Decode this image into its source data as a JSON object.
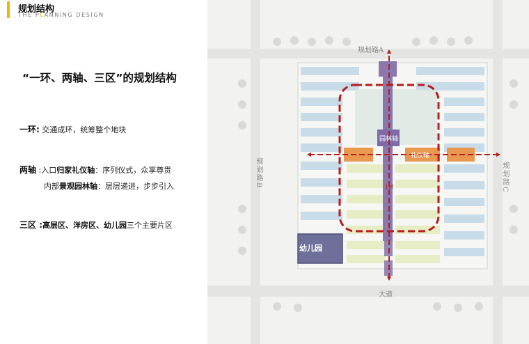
{
  "header": {
    "title": "规划结构",
    "subtitle_pre": "THE P",
    "subtitle_accent": "L",
    "subtitle_post": "ANNING DESIGN"
  },
  "heading": "“一环、两轴、三区”的规划结构",
  "ring": {
    "key": "一环:",
    "text": " 交通成环，统筹整个地块"
  },
  "axes": {
    "key": "两轴",
    "line1_a": " :入口",
    "line1_b": "归家礼仪轴",
    "line1_c": "：序列仪式，众享尊贵",
    "line2_a": "内部",
    "line2_b": "景观园林轴",
    "line2_c": "：层层递进，步步引入"
  },
  "zones": {
    "key": "三区 :",
    "text_bold": "高层区、洋房区、幼儿园",
    "text": "三个主要片区"
  },
  "plan": {
    "axis_garden": "园林轴",
    "axis_ceremony": "礼仪轴",
    "center_mark": "1M",
    "kindergarten": "幼儿园",
    "road_a": "规划路A",
    "road_b": "规划路B",
    "road_c": "规划路C",
    "road_main": "大道",
    "colors": {
      "ring": "#b81c1c",
      "axis_purple": "#7e6aa6",
      "axis_orange": "#e8984f",
      "highrise": "#c7dce8",
      "villa": "#e6ecc3",
      "kindergarten": "#6e6f9a"
    }
  }
}
